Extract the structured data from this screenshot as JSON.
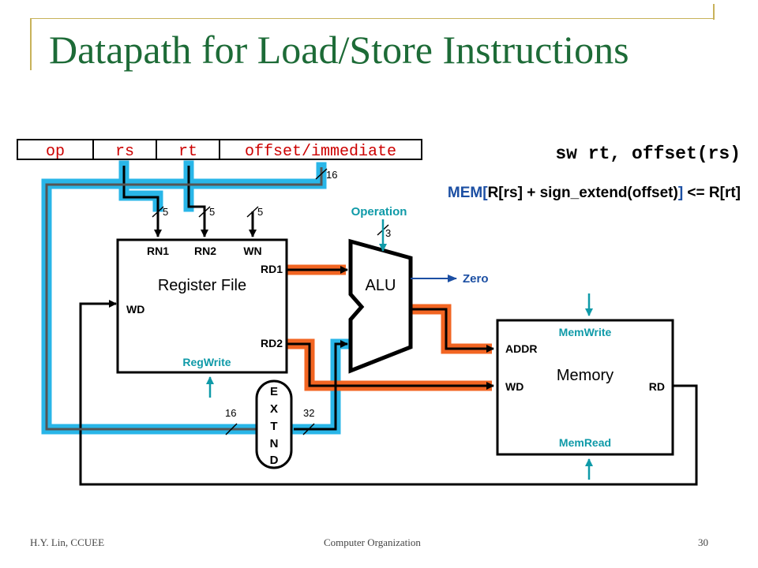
{
  "slide": {
    "title": "Datapath for Load/Store Instructions",
    "footer_left": "H.Y. Lin, CCUEE",
    "footer_center": "Computer Organization",
    "page_number": "30"
  },
  "instruction_format": {
    "fields": [
      "op",
      "rs",
      "rt",
      "offset/immediate"
    ]
  },
  "instruction": "sw rt, offset(rs)",
  "semantics": {
    "prefix": "MEM[",
    "highlight_open": "[",
    "middle": "R[rs] + sign_extend(offset)",
    "highlight_close": "]",
    "suffix": " <= R[rt]"
  },
  "register_file": {
    "title": "Register File",
    "rn1": "RN1",
    "rn2": "RN2",
    "wn": "WN",
    "rd1": "RD1",
    "rd2": "RD2",
    "wd": "WD",
    "control": "RegWrite"
  },
  "alu": {
    "label": "ALU",
    "operation": "Operation",
    "zero": "Zero"
  },
  "memory": {
    "title": "Memory",
    "addr": "ADDR",
    "wd": "WD",
    "rd": "RD",
    "memwrite": "MemWrite",
    "memread": "MemRead"
  },
  "extend": {
    "letters": [
      "E",
      "X",
      "T",
      "N",
      "D"
    ]
  },
  "bus_widths": {
    "rn1": "5",
    "rn2": "5",
    "wn": "5",
    "alu_op": "3",
    "imm": "16",
    "ext_in": "16",
    "ext_out": "32"
  },
  "colors": {
    "title_green": "#1d6b37",
    "highlight_cyan": "#29b6e8",
    "highlight_orange": "#f26522",
    "control_teal": "#0f9aa8",
    "field_red": "#cc0000",
    "zero_blue": "#1c4fa3",
    "border_gold": "#c8b25a"
  }
}
